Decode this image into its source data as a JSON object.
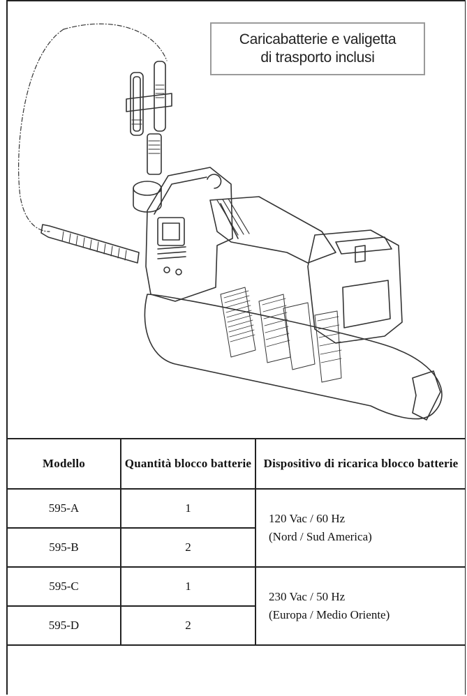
{
  "callout": {
    "line1": "Caricabatterie e valigetta",
    "line2": "di trasporto inclusi"
  },
  "illustration": {
    "icon": "cordless-grease-gun-icon"
  },
  "table": {
    "headers": {
      "model": "Modello",
      "quantity": "Quantità blocco batterie",
      "charger": "Dispositivo di ricarica blocco batterie"
    },
    "rows": [
      {
        "model": "595-A",
        "quantity": "1"
      },
      {
        "model": "595-B",
        "quantity": "2"
      },
      {
        "model": "595-C",
        "quantity": "1"
      },
      {
        "model": "595-D",
        "quantity": "2"
      }
    ],
    "chargers": [
      {
        "voltage": "120 Vac / 60 Hz",
        "region": "(Nord / Sud America)"
      },
      {
        "voltage": "230 Vac / 50 Hz",
        "region": "(Europa / Medio Oriente)"
      }
    ]
  }
}
